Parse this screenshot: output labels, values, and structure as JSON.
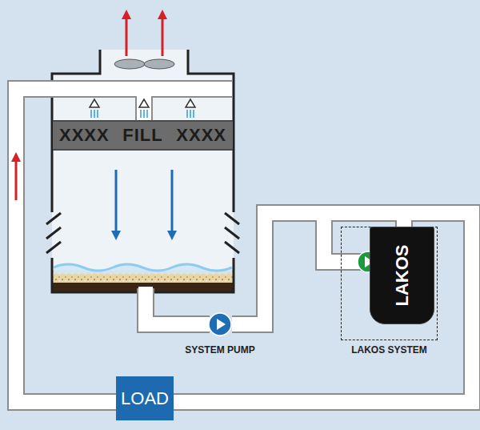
{
  "diagram": {
    "nodes": [
      {
        "text": [
          "XXXX",
          "FILL",
          "XXXX"
        ]
      },
      {
        "text": [
          "SYSTEM PUMP"
        ]
      },
      {
        "text": [
          "LAKOS SYSTEM"
        ]
      },
      {
        "text": [
          "LAKOS"
        ],
        "in": 2
      },
      {
        "text": [
          "LOAD"
        ]
      }
    ],
    "edges": [
      {
        "from": 1,
        "to": 2,
        "arrow": "none"
      },
      {
        "from": 1,
        "to": 4,
        "arrow": "none"
      },
      {
        "from": 4,
        "to": 0,
        "arrow": "none"
      }
    ]
  }
}
